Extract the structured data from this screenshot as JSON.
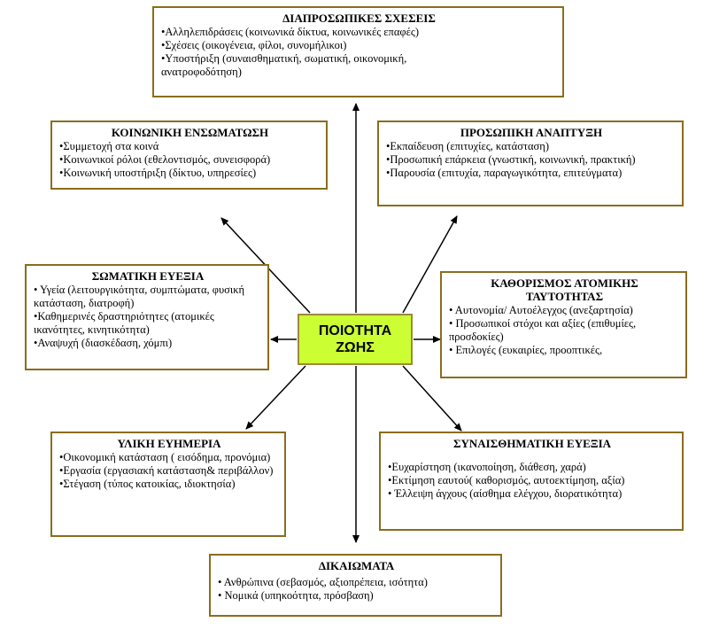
{
  "center": {
    "line1": "ΠΟΙΟΤΗΤΑ",
    "line2": "ΖΩΗΣ"
  },
  "boxes": {
    "interpersonal": {
      "title": "ΔΙΑΠΡΟΣΩΠΙΚΕΣ ΣΧΕΣΕΙΣ",
      "items": [
        "•Αλληλεπιδράσεις (κοινωνικά δίκτυα, κοινωνικές επαφές)",
        "•Σχέσεις (οικογένεια, φίλοι, συνομήλικοι)",
        "•Υποστήριξη (συναισθηματική, σωματική, οικονομική, ανατροφοδότηση)"
      ]
    },
    "social": {
      "title": "ΚΟΙΝΩΝΙΚΗ ΕΝΣΩΜΑΤΩΣΗ",
      "items": [
        "•Συμμετοχή στα κοινά",
        "•Κοινωνικοί ρόλοι (εθελοντισμός, συνεισφορά)",
        "•Κοινωνική υποστήριξη (δίκτυο, υπηρεσίες)"
      ]
    },
    "personal": {
      "title": "ΠΡΟΣΩΠΙΚΗ ΑΝΑΠΤΥΞΗ",
      "items": [
        "•Εκπαίδευση (επιτυχίες, κατάσταση)",
        "•Προσωπική επάρκεια (γνωστική, κοινωνική, πρακτική)",
        "•Παρουσία (επιτυχία, παραγωγικότητα, επιτεύγματα)"
      ]
    },
    "physical": {
      "title": "ΣΩΜΑΤΙΚΗ ΕΥΕΞΙΑ",
      "items": [
        "• Υγεία (λειτουργικότητα, συμπτώματα, φυσική κατάσταση, διατροφή)",
        "•Καθημερινές δραστηριότητες (ατομικές ικανότητες, κινητικότητα)",
        "•Αναψυχή (διασκέδαση, χόμπι)"
      ]
    },
    "identity": {
      "title": "ΚΑΘΟΡΙΣΜΟΣ ΑΤΟΜΙΚΗΣ ΤΑΥΤΟΤΗΤΑΣ",
      "items": [
        "• Αυτονομία/ Αυτοέλεγχος (ανεξαρτησία)",
        "• Προσωπικοί στόχοι και αξίες (επιθυμίες, προσδοκίες)",
        "• Επιλογές (ευκαιρίες, προοπτικές,"
      ]
    },
    "material": {
      "title": "ΥΛΙΚΗ ΕΥΗΜΕΡΙΑ",
      "items": [
        "•Οικονομική κατάσταση ( εισόδημα, προνόμια)",
        "•Εργασία (εργασιακή κατάσταση& περιβάλλον)",
        "•Στέγαση (τύπος κατοικίας, ιδιοκτησία)"
      ]
    },
    "emotional": {
      "title": "ΣΥΝΑΙΣΘΗΜΑΤΙΚΗ ΕΥΕΞΙΑ",
      "items": [
        "•Ευχαρίστηση (ικανοποίηση, διάθεση, χαρά)",
        "•Εκτίμηση εαυτού( καθορισμός, αυτοεκτίμηση, αξία)",
        "• Έλλειψη άγχους (αίσθημα ελέγχου, διορατικότητα)"
      ]
    },
    "rights": {
      "title": "ΔΙΚΑΙΩΜΑΤΑ",
      "items": [
        "• Ανθρώπινα (σεβασμός, αξιοπρέπεια, ισότητα)",
        "• Νομικά (υπηκοότητα, πρόσβαση)"
      ]
    }
  },
  "colors": {
    "box_border": "#8a6d1d",
    "center_fill": "#ccff33",
    "arrow": "#000000"
  }
}
